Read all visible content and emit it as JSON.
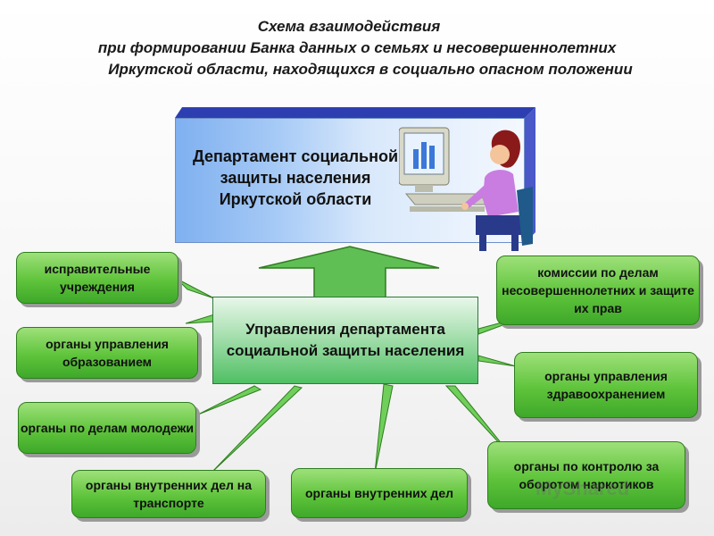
{
  "title": {
    "line1": "Схема взаимодействия",
    "line2": "при формировании Банка данных о семьях и несовершеннолетних",
    "line3": "Иркутской области, находящихся в социально опасном положении"
  },
  "department": {
    "text": "Департамент социальной защиты населения Иркутской области"
  },
  "center": {
    "text": "Управления департамента социальной защиты населения"
  },
  "agencies": {
    "correctional": "исправительные учреждения",
    "education": "органы управления образованием",
    "youth": "органы по делам молодежи",
    "transport_police": "органы внутренних дел на транспорте",
    "police": "органы внутренних дел",
    "commissions": "комиссии по делам несовершеннолетних и защите их прав",
    "health": "органы управления здравоохранением",
    "drug_control": "органы по контролю за оборотом наркотиков"
  },
  "watermark": "MyShared",
  "colors": {
    "green_box": "#5fc43b",
    "blue_box": "#a8cbf6",
    "arrow_green": "#5fbf55"
  }
}
